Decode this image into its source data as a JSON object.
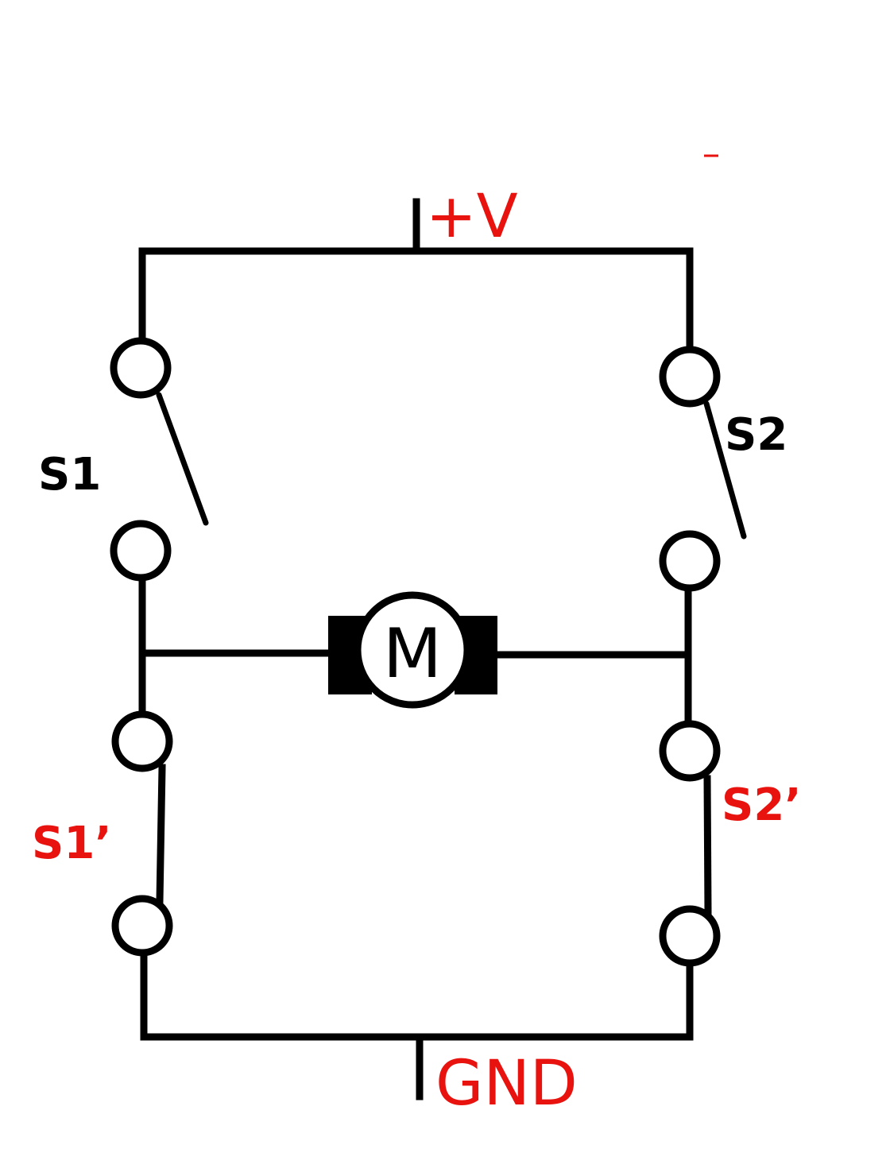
{
  "labels": {
    "supply": "+V",
    "ground": "GND",
    "motor": "M",
    "switch_s1": "S1",
    "switch_s2": "S2",
    "switch_s1_prime": "S1’",
    "switch_s2_prime": "S2’"
  },
  "colors": {
    "line": "#000000",
    "accent_red": "#e8130f",
    "background": "#ffffff"
  },
  "switches": {
    "s1": "open",
    "s2": "open",
    "s1_prime": "closed",
    "s2_prime": "closed"
  }
}
